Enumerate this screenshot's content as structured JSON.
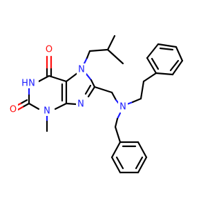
{
  "colors": {
    "background": "#ffffff",
    "carbon_bond": "#000000",
    "nitrogen": "#1a1aff",
    "oxygen": "#ff0d0d"
  },
  "labels": {
    "o6": "O",
    "o2": "O",
    "n1": "H",
    "n1_n": "N",
    "n3": "N",
    "n7": "N",
    "n9": "N",
    "n_amine": "N"
  }
}
